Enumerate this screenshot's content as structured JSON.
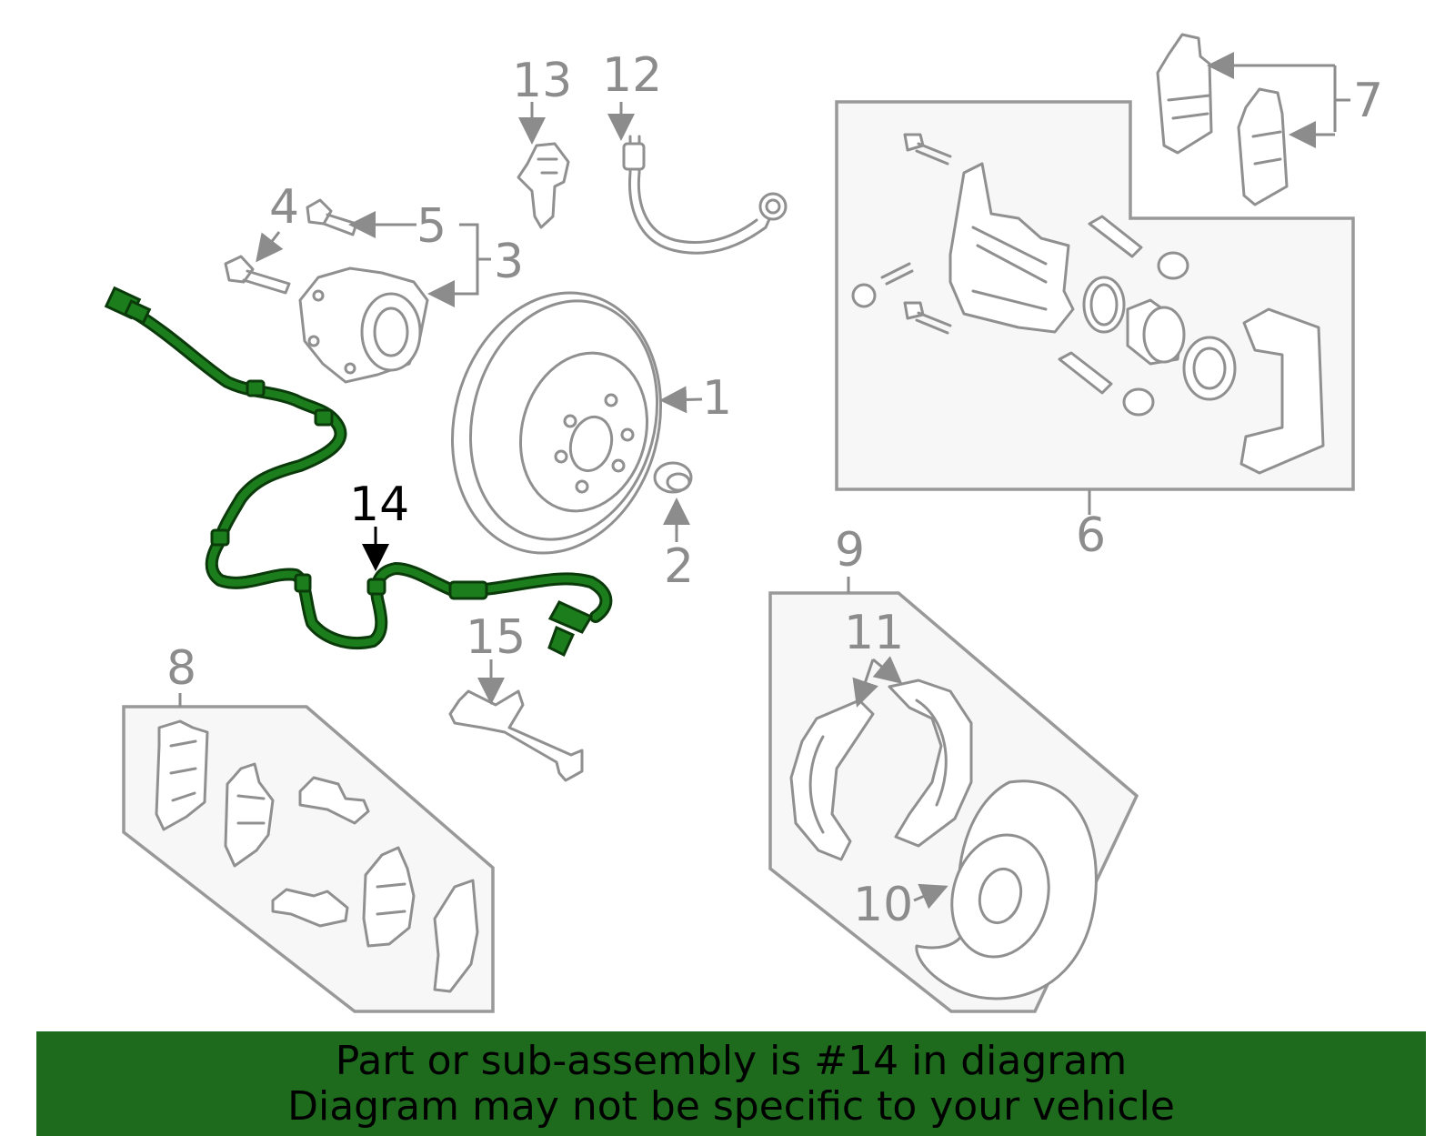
{
  "labels": {
    "p1": "1",
    "p2": "2",
    "p3": "3",
    "p4": "4",
    "p5": "5",
    "p6": "6",
    "p7": "7",
    "p8": "8",
    "p9": "9",
    "p10": "10",
    "p11": "11",
    "p12": "12",
    "p13": "13",
    "p14": "14",
    "p15": "15"
  },
  "highlighted_part": "14",
  "colors": {
    "highlight": "#1b7d1b",
    "banner": "#1e6b1e",
    "line_art": "#909090"
  },
  "banner": {
    "line1": "Part or sub-assembly is #14 in diagram",
    "line2": "Diagram may not be specific to your vehicle"
  }
}
